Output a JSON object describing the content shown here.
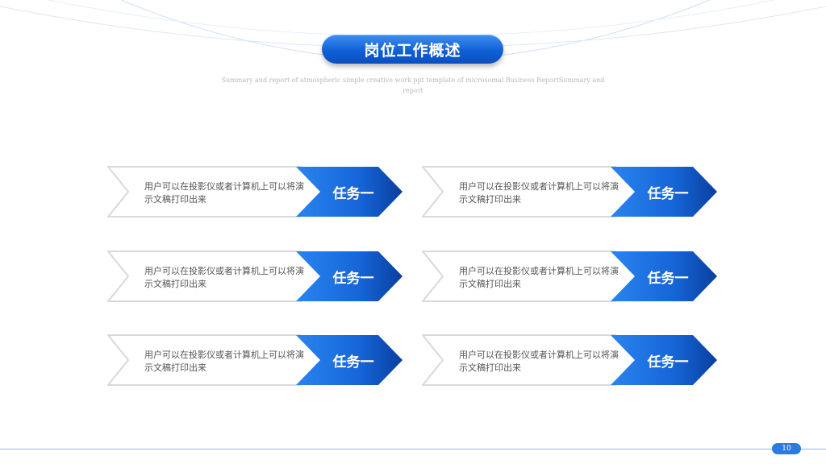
{
  "title": "岗位工作概述",
  "subtitle": "Summary and report of atmospheric simple creative work ppt template of microsomal Business ReportSummary and report",
  "tasks": [
    {
      "desc": "用户可以在投影仪或者计算机上可以将演示文稿打印出来",
      "label": "任务一"
    },
    {
      "desc": "用户可以在投影仪或者计算机上可以将演示文稿打印出来",
      "label": "任务一"
    },
    {
      "desc": "用户可以在投影仪或者计算机上可以将演示文稿打印出来",
      "label": "任务一"
    },
    {
      "desc": "用户可以在投影仪或者计算机上可以将演示文稿打印出来",
      "label": "任务一"
    },
    {
      "desc": "用户可以在投影仪或者计算机上可以将演示文稿打印出来",
      "label": "任务一"
    },
    {
      "desc": "用户可以在投影仪或者计算机上可以将演示文稿打印出来",
      "label": "任务一"
    }
  ],
  "page_number": "10",
  "colors": {
    "accent": "#1565d8",
    "accent_dark": "#0a3f9e",
    "text": "#555555",
    "line": "#8fb6e6"
  }
}
